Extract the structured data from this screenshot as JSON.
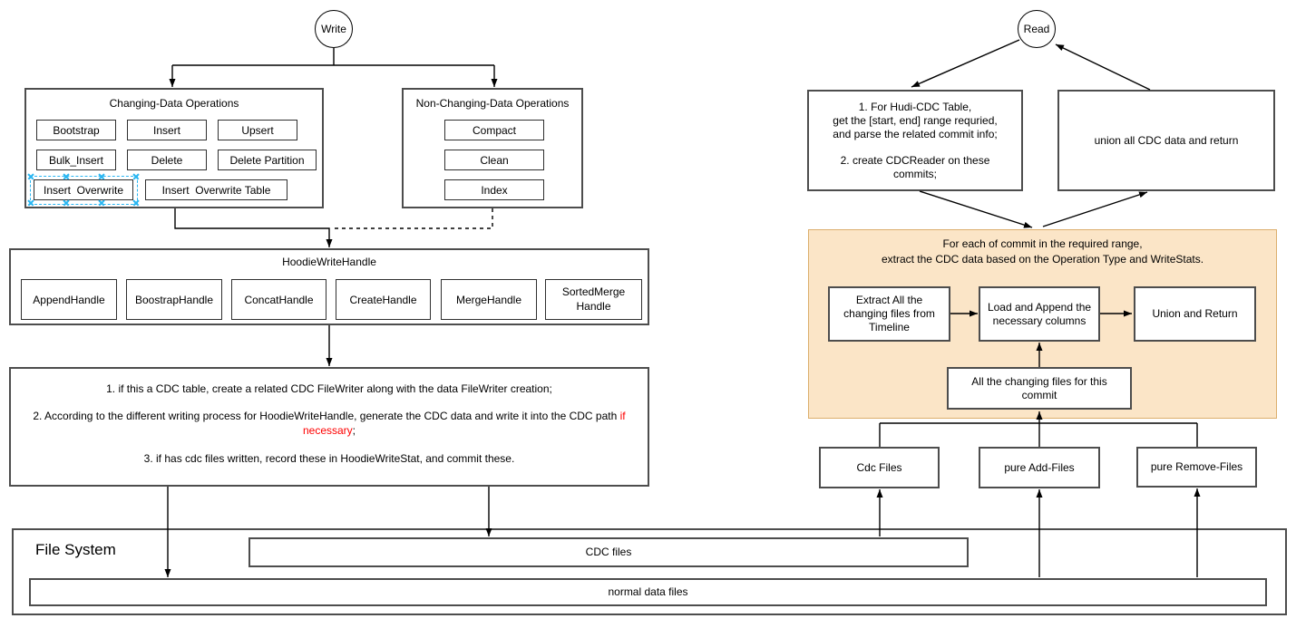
{
  "colors": {
    "canvas_bg": "#ffffff",
    "shape_border": "#4d4d4d",
    "button_border": "#2f2f2f",
    "line_color": "#000000",
    "orange_fill": "#fbe5c7",
    "orange_border": "#dcae6c",
    "red_text": "#fe0000",
    "selection_blue": "#29b6f2"
  },
  "write_flow": {
    "start_label": "Write",
    "changing_ops": {
      "title": "Changing-Data Operations",
      "ops": [
        "Bootstrap",
        "Insert",
        "Upsert",
        "Bulk_Insert",
        "Delete",
        "Delete Partition",
        "Insert  Overwrite",
        "Insert  Overwrite Table"
      ]
    },
    "non_changing_ops": {
      "title": "Non-Changing-Data Operations",
      "ops": [
        "Compact",
        "Clean",
        "Index"
      ]
    },
    "write_handle": {
      "title": "HoodieWriteHandle",
      "handles": [
        "AppendHandle",
        "BoostrapHandle",
        "ConcatHandle",
        "CreateHandle",
        "MergeHandle",
        "SortedMerge Handle"
      ]
    },
    "steps": {
      "step1": "1. if this a CDC table, create a related CDC FileWriter along with the data FileWriter creation;",
      "step2_before": "2. According to the different writing process for HoodieWriteHandle, generate the CDC data and write it into the CDC path ",
      "step2_highlight": "if necessary",
      "step2_after": ";",
      "step3": "3. if has cdc files written, record these in HoodieWriteStat, and commit these."
    }
  },
  "read_flow": {
    "start_label": "Read",
    "prepare_box": {
      "part1": "1. For Hudi-CDC Table,\nget the [start, end] range requried,\nand parse the related commit info;",
      "part2": "2. create CDCReader on these commits;"
    },
    "union_box_label": "union all CDC data and return",
    "per_commit_group": {
      "title": "For each of commit in the required range,\nextract the CDC data based on the Operation Type and WriteStats.",
      "extract_label": "Extract All the changing files from Timeline",
      "load_label": "Load and Append the necessary columns",
      "union_return_label": "Union and Return",
      "changing_files_label": "All the changing files for this commit"
    },
    "file_sources": [
      "Cdc Files",
      "pure Add-Files",
      "pure Remove-Files"
    ]
  },
  "file_system": {
    "title": "File System",
    "cdc_files_label": "CDC files",
    "normal_files_label": "normal data files"
  }
}
